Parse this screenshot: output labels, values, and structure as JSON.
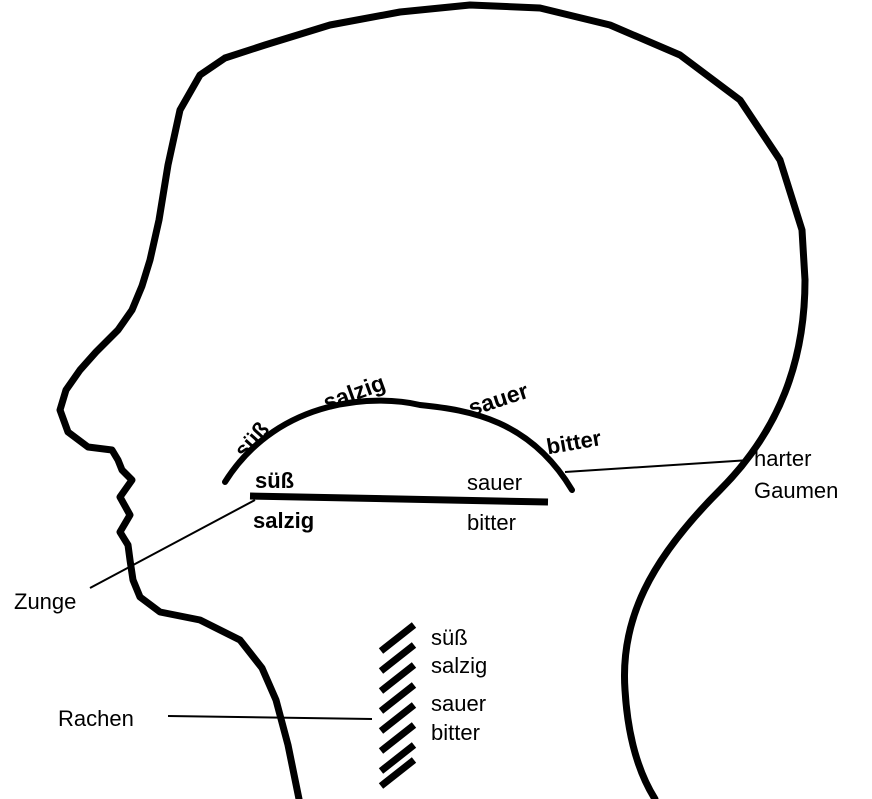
{
  "palate_arc_labels": {
    "suess": "süß",
    "salzig": "salzig",
    "sauer": "sauer",
    "bitter": "bitter"
  },
  "tongue_labels": {
    "suess": "süß",
    "salzig": "salzig",
    "sauer": "sauer",
    "bitter": "bitter"
  },
  "pharynx_labels": [
    "süß",
    "salzig",
    "sauer",
    "bitter"
  ],
  "callouts": {
    "harter_line1": "harter",
    "harter_line2": "Gaumen",
    "zunge": "Zunge",
    "rachen": "Rachen"
  }
}
